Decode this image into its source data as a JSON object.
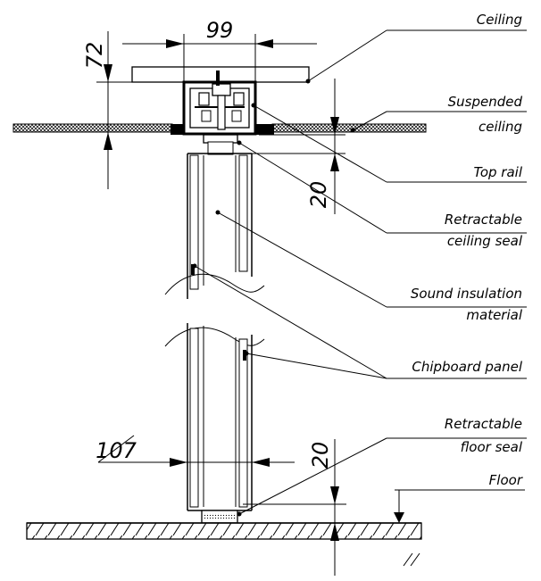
{
  "dimensions": {
    "top_height": "72",
    "top_width": "99",
    "ceiling_seal_gap": "20",
    "panel_width": "107",
    "floor_seal_gap": "20"
  },
  "labels": {
    "ceiling": "Ceiling",
    "suspended_ceiling_line1": "Suspended",
    "suspended_ceiling_line2": "ceiling",
    "top_rail": "Top rail",
    "retractable_ceiling_seal_line1": "Retractable",
    "retractable_ceiling_seal_line2": "ceiling seal",
    "sound_insulation_line1": "Sound insulation",
    "sound_insulation_line2": "material",
    "chipboard_panel": "Chipboard panel",
    "retractable_floor_seal_line1": "Retractable",
    "retractable_floor_seal_line2": "floor seal",
    "floor": "Floor"
  }
}
